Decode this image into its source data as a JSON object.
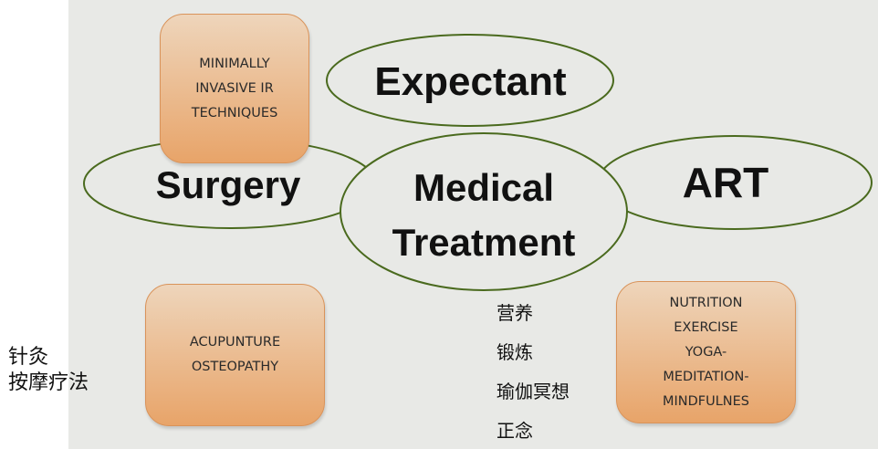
{
  "diagram": {
    "center": "Medical Treatment",
    "center_lines": [
      "Medical",
      "Treatment"
    ],
    "nodes": {
      "expectant": "Expectant",
      "surgery": "Surgery",
      "art": "ART"
    },
    "boxes": {
      "minimally_invasive": [
        "MINIMALLY",
        "INVASIVE IR",
        "TECHNIQUES"
      ],
      "acupuncture": [
        "ACUPUNTURE",
        "OSTEOPATHY"
      ],
      "lifestyle": [
        "NUTRITION",
        "EXERCISE",
        "YOGA-",
        "MEDITATION-",
        "MINDFULNES"
      ]
    },
    "colors": {
      "background": "#e8e9e6",
      "ellipse_stroke": "#4a6a1e",
      "box_top": "#eed5bb",
      "box_bottom": "#e8a469"
    }
  },
  "annotations": {
    "left": [
      "针灸",
      "按摩疗法"
    ],
    "middle": [
      "营养",
      "锻炼",
      "瑜伽冥想",
      "正念"
    ]
  }
}
